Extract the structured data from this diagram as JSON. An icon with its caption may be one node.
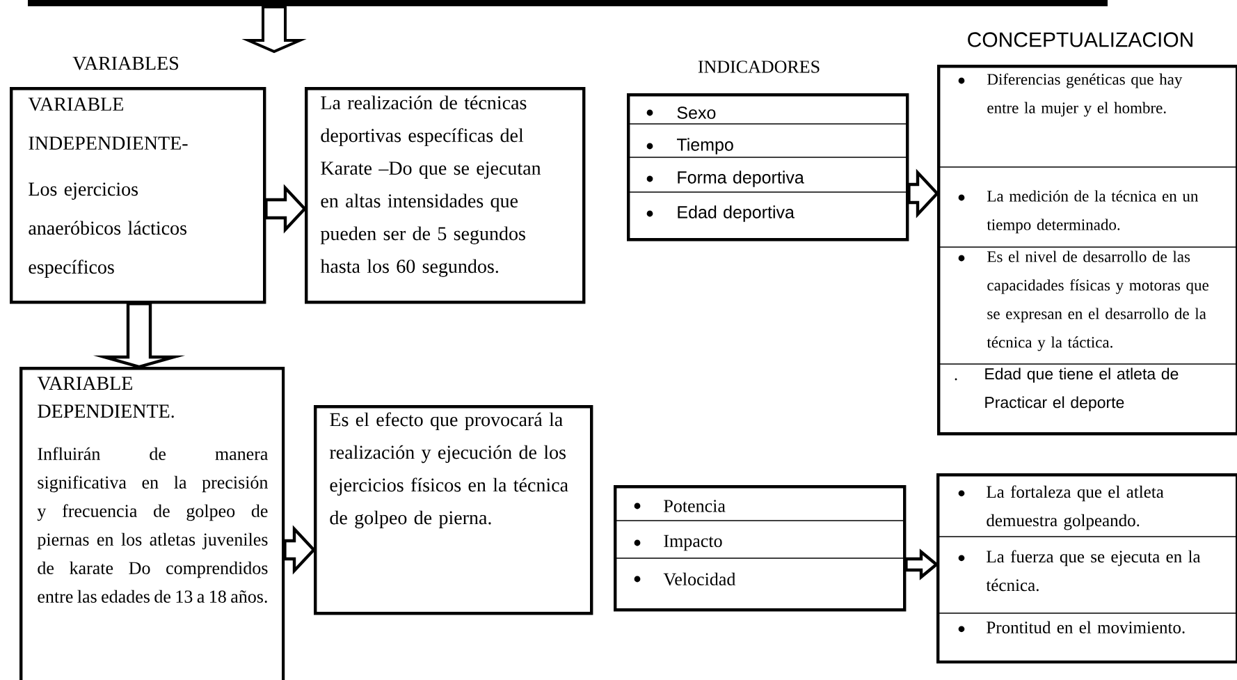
{
  "diagram": {
    "nodes": [
      {
        "text": [
          "VARIABLE INDEPENDIENTE-",
          "Los ejercicios anaeróbicos lácticos específicos"
        ]
      },
      {
        "text": [
          "La realización de técnicas deportivas específicas del Karate –Do que se ejecutan en altas intensidades que pueden ser de 5 segundos hasta los 60 segundos."
        ]
      },
      {
        "text": [
          "VARIABLE DEPENDIENTE.",
          "Influirán de manera significativa en la precisión y frecuencia de golpeo de piernas en los atletas juveniles de karate Do comprendidos entre las edades de 13 a 18 años."
        ]
      },
      {
        "text": [
          "Es el efecto que provocará la realización y ejecución de los ejercicios físicos en la técnica de golpeo de pierna."
        ]
      },
      {
        "text": [
          "Sexo",
          "Tiempo",
          "Forma deportiva",
          "Edad deportiva"
        ]
      },
      {
        "text": [
          "Diferencias genéticas que hay entre la mujer y el hombre.",
          "La medición de la técnica en un tiempo determinado.",
          "Es el nivel de desarrollo de las capacidades físicas y motoras que se expresan en el desarrollo de la técnica y la táctica.",
          "Edad que tiene el atleta de Practicar el deporte"
        ]
      },
      {
        "text": [
          "Potencia",
          "Impacto",
          "Velocidad"
        ]
      },
      {
        "text": [
          "La fortaleza que el atleta demuestra golpeando.",
          "La fuerza que se ejecuta en la técnica.",
          "Prontitud en el movimiento."
        ]
      }
    ],
    "edges": [
      {
        "from": 0,
        "to": 1,
        "arrow": "to"
      },
      {
        "from": 0,
        "to": 2,
        "arrow": "to"
      },
      {
        "from": 2,
        "to": 3,
        "arrow": "to"
      },
      {
        "from": 4,
        "to": 5,
        "arrow": "to"
      },
      {
        "from": 6,
        "to": 7,
        "arrow": "to"
      }
    ],
    "labels": [
      "VARIABLES",
      "INDICADORES",
      "CONCEPTUALIZACION"
    ]
  }
}
